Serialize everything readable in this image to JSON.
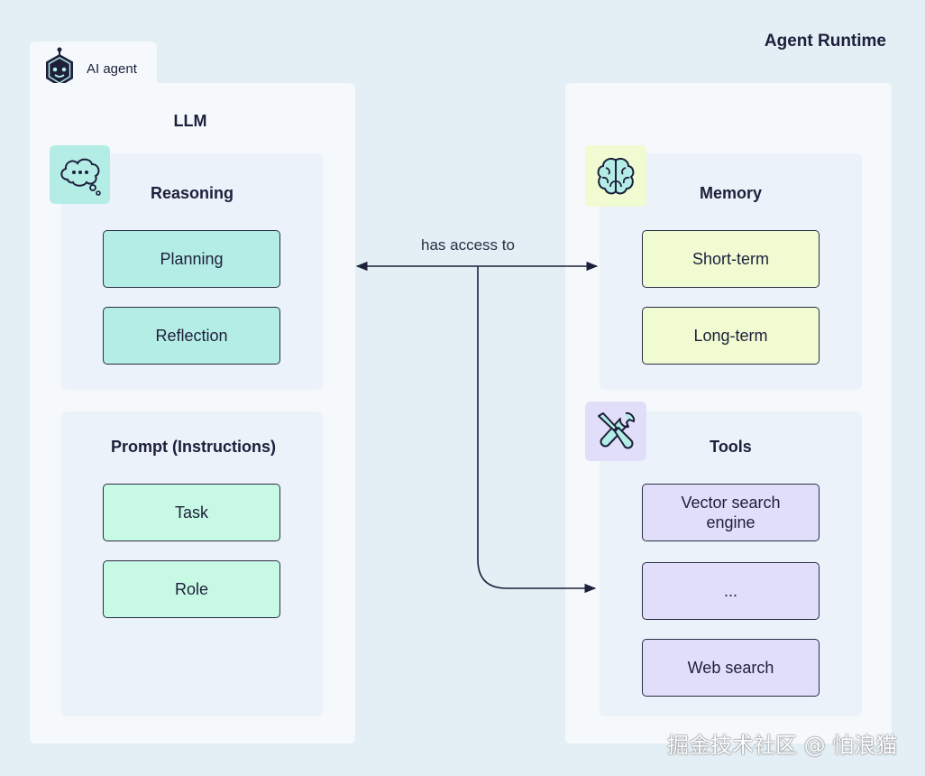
{
  "colors": {
    "background": "#e3eff5",
    "panel": "#f5f9fc",
    "subpanel": "#ebf2f9",
    "reasoning_box": "#b4ede6",
    "prompt_box": "#c8f9e4",
    "memory_box": "#f0fbd2",
    "tools_box": "#e0def9",
    "stroke": "#1d1f3b"
  },
  "agent": {
    "icon": "robot-icon",
    "label": "AI agent"
  },
  "runtime": {
    "title": "Agent Runtime"
  },
  "llm": {
    "title": "LLM",
    "reasoning": {
      "icon": "thought-bubble-icon",
      "title": "Reasoning",
      "items": [
        "Planning",
        "Reflection"
      ]
    },
    "prompt": {
      "title": "Prompt (Instructions)",
      "items": [
        "Task",
        "Role"
      ]
    }
  },
  "memory": {
    "icon": "brain-icon",
    "title": "Memory",
    "items": [
      "Short-term",
      "Long-term"
    ]
  },
  "tools": {
    "icon": "tools-icon",
    "title": "Tools",
    "items": [
      "Vector search engine",
      "...",
      "Web search"
    ]
  },
  "edges": {
    "access_label": "has access to"
  },
  "watermark": "掘金技术社区 @ 怕浪猫"
}
